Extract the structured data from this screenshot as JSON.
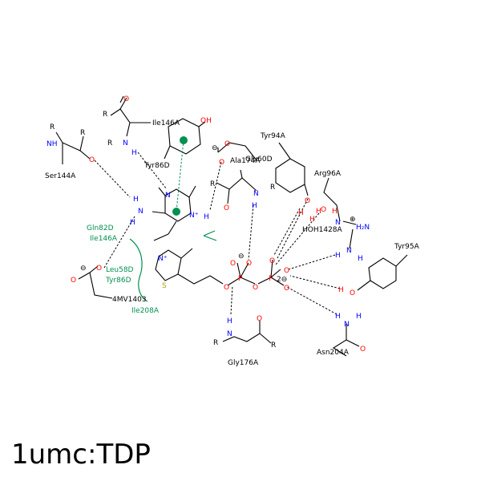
{
  "title": "1umc:TDP",
  "colors": {
    "carbon": "#000000",
    "nitrogen": "#0000ff",
    "oxygen": "#ff0000",
    "sulfur": "#b5a000",
    "hydrophobic": "#009050"
  },
  "residues": {
    "ile146a_top": "Ile146A",
    "tyr86d": "Tyr86D",
    "ser144a": "Ser144A",
    "glu60d": "Glu60D",
    "ala174a": "Ala174A",
    "tyr94a": "Tyr94A",
    "arg96a": "Arg96A",
    "hoh1428a": "HOH1428A",
    "tyr95a": "Tyr95A",
    "asn204a": "Asn204A",
    "gly176a": "Gly176A",
    "gln82d": "Gln82D",
    "ile146a_hyd": "Ile146A",
    "leu58d": "Leu58D",
    "tyr86d_hyd": "Tyr86D",
    "mv1403": "4MV1403",
    "ile208a": "Ile208A"
  },
  "atoms": {
    "R": "R",
    "N": "N",
    "H": "H",
    "O": "O",
    "S": "S",
    "P": "P",
    "NH": "NH",
    "OH": "OH",
    "H2N": "H₂N",
    "Nplus": "N⁺",
    "minus": "⊖",
    "plus": "⊕",
    "two_minus": "2⊖"
  }
}
